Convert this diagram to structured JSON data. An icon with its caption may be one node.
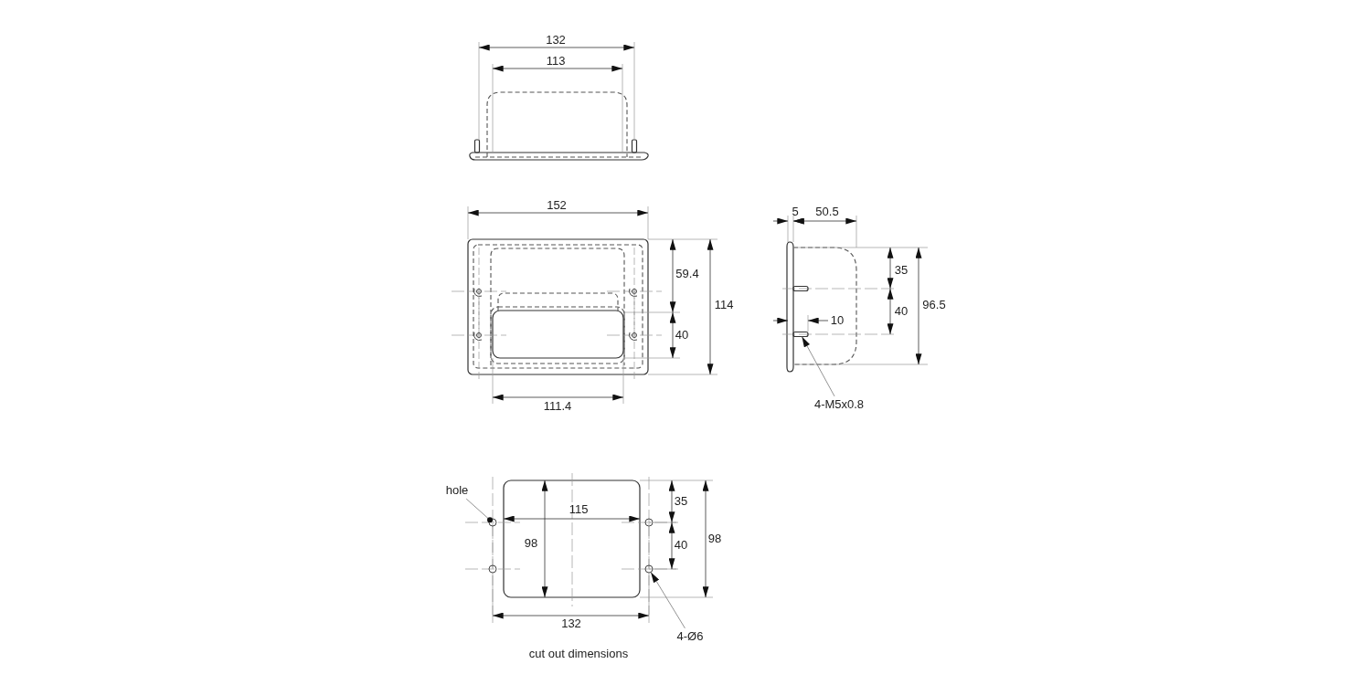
{
  "diagram": {
    "caption": "cut out dimensions",
    "nodes": [
      {
        "text": [
          "4-M5x0.8"
        ]
      },
      {
        "text": [],
        "shape": "bar"
      },
      {
        "text": [
          "hole"
        ]
      },
      {
        "text": [],
        "shape": "circle"
      },
      {
        "text": [
          "4-Ø6"
        ]
      },
      {
        "text": [],
        "shape": "circle"
      }
    ],
    "edges": [
      {
        "from": 0,
        "to": 1,
        "arrow": "to"
      },
      {
        "from": 2,
        "to": 3,
        "arrow": "other"
      },
      {
        "from": 4,
        "to": 5,
        "arrow": "to"
      }
    ],
    "labels": [
      "132",
      "113",
      "152",
      "5",
      "50.5",
      "35",
      "59.4",
      "114",
      "40",
      "96.5",
      "10",
      "40",
      "111.4",
      "35",
      "115",
      "98",
      "40",
      "98",
      "132"
    ]
  }
}
